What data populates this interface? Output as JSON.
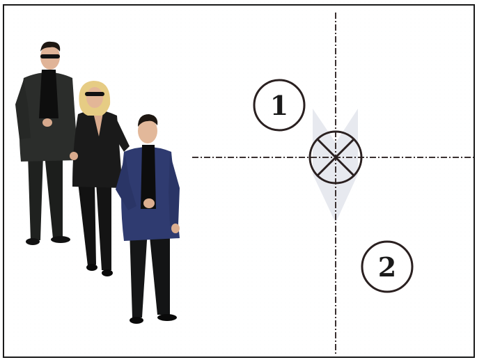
{
  "figure": {
    "markers": [
      {
        "label": "1"
      },
      {
        "label": "2"
      }
    ],
    "center_symbol": "crossed-circle",
    "colors": {
      "border": "#1a1a1a",
      "ink": "#2a2020",
      "arrow": "#d9dde6",
      "suit_dark": "#1c1e1c",
      "suit_navy": "#2e3a6e",
      "skin": "#e2b89a",
      "hair_blonde": "#e8cf86"
    }
  }
}
